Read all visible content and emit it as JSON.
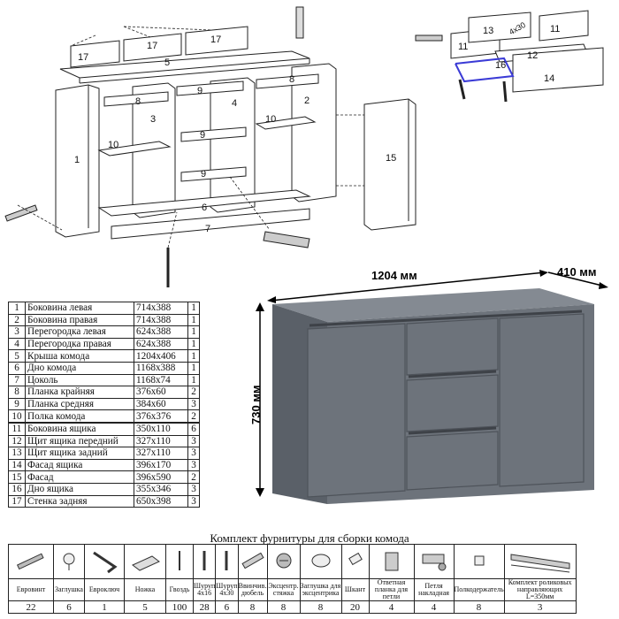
{
  "diagram": {
    "part_labels": [
      "1",
      "2",
      "3",
      "4",
      "5",
      "6",
      "7",
      "8",
      "8",
      "9",
      "9",
      "9",
      "10",
      "10",
      "15",
      "17",
      "17",
      "17"
    ],
    "drawer_labels": [
      "11",
      "11",
      "12",
      "13",
      "14",
      "16"
    ],
    "drawer_screw_label": "4x30"
  },
  "dimensions": {
    "width": "1204 мм",
    "depth": "410 мм",
    "height": "730 мм"
  },
  "colors": {
    "cabinet": "#6d737b",
    "cabinet_dark": "#5a6068",
    "cabinet_light": "#848a92",
    "drawer_guide": "#3b3bd6"
  },
  "parts": [
    {
      "n": "1",
      "name": "Боковина левая",
      "dim": "714x388",
      "q": "1"
    },
    {
      "n": "2",
      "name": "Боковина правая",
      "dim": "714x388",
      "q": "1"
    },
    {
      "n": "3",
      "name": "Перегородка левая",
      "dim": "624x388",
      "q": "1"
    },
    {
      "n": "4",
      "name": "Перегородка правая",
      "dim": "624x388",
      "q": "1"
    },
    {
      "n": "5",
      "name": "Крыша комода",
      "dim": "1204x406",
      "q": "1"
    },
    {
      "n": "6",
      "name": "Дно комода",
      "dim": "1168x388",
      "q": "1"
    },
    {
      "n": "7",
      "name": "Цоколь",
      "dim": "1168x74",
      "q": "1"
    },
    {
      "n": "8",
      "name": "Планка крайняя",
      "dim": "376x60",
      "q": "2"
    },
    {
      "n": "9",
      "name": "Планка средняя",
      "dim": "384x60",
      "q": "3"
    },
    {
      "n": "10",
      "name": "Полка комода",
      "dim": "376x376",
      "q": "2"
    },
    {
      "n": "11",
      "name": "Боковина ящика",
      "dim": "350x110",
      "q": "6"
    },
    {
      "n": "12",
      "name": "Щит ящика передний",
      "dim": "327x110",
      "q": "3"
    },
    {
      "n": "13",
      "name": "Щит ящика задний",
      "dim": "327x110",
      "q": "3"
    },
    {
      "n": "14",
      "name": "Фасад ящика",
      "dim": "396x170",
      "q": "3"
    },
    {
      "n": "15",
      "name": "Фасад",
      "dim": "396x590",
      "q": "2"
    },
    {
      "n": "16",
      "name": "Дно ящика",
      "dim": "355x346",
      "q": "3"
    },
    {
      "n": "17",
      "name": "Стенка задняя",
      "dim": "650x398",
      "q": "3"
    }
  ],
  "kit": {
    "title": "Комплект фурнитуры для сборки комода",
    "items": [
      {
        "name": "Евровинт",
        "qty": "22",
        "icon": "euroscrew-icon"
      },
      {
        "name": "Заглушка",
        "qty": "6",
        "icon": "cap-icon"
      },
      {
        "name": "Евроключ",
        "qty": "1",
        "icon": "hex-key-icon"
      },
      {
        "name": "Ножка",
        "qty": "5",
        "icon": "leg-icon"
      },
      {
        "name": "Гвоздь",
        "qty": "100",
        "icon": "nail-icon"
      },
      {
        "name": "Шуруп 4x16",
        "qty": "28",
        "icon": "screw-icon"
      },
      {
        "name": "Шуруп 4x30",
        "qty": "6",
        "icon": "screw-icon"
      },
      {
        "name": "Ввинчив. дюбель",
        "qty": "8",
        "icon": "dowel-icon"
      },
      {
        "name": "Эксцентр. стяжка",
        "qty": "8",
        "icon": "cam-lock-icon"
      },
      {
        "name": "Заглушка для эксцентрика",
        "qty": "8",
        "icon": "cam-cap-icon"
      },
      {
        "name": "Шкант",
        "qty": "20",
        "icon": "wood-dowel-icon"
      },
      {
        "name": "Ответная планка для петли",
        "qty": "4",
        "icon": "hinge-plate-icon"
      },
      {
        "name": "Петля накладная",
        "qty": "4",
        "icon": "hinge-icon"
      },
      {
        "name": "Полкодержатель",
        "qty": "8",
        "icon": "shelf-support-icon"
      },
      {
        "name": "Комплект роликовых направляющих L=350мм",
        "qty": "3",
        "icon": "drawer-runner-icon"
      }
    ]
  }
}
